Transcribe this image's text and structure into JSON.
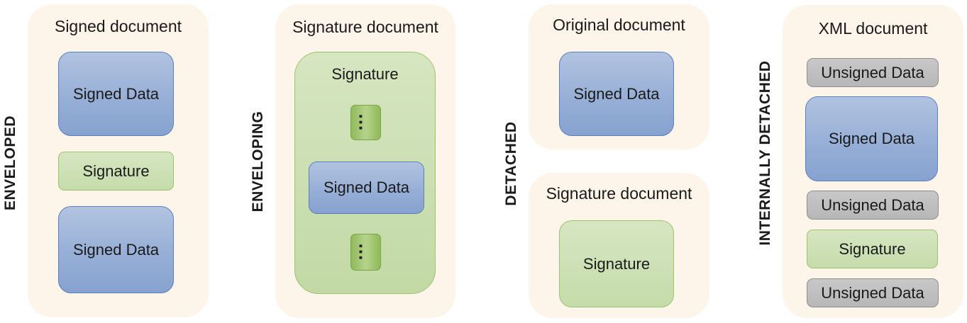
{
  "enveloped": {
    "label": "ENVELOPED",
    "document_title": "Signed document",
    "items": [
      "Signed Data",
      "Signature",
      "Signed Data"
    ]
  },
  "enveloping": {
    "label": "ENVELOPING",
    "document_title": "Signature document",
    "signature_title": "Signature",
    "ellipsis": "...",
    "inner_item": "Signed Data"
  },
  "detached": {
    "label": "DETACHED",
    "original_title": "Original document",
    "original_item": "Signed Data",
    "signature_doc_title": "Signature document",
    "signature_item": "Signature"
  },
  "internally_detached": {
    "label": "INTERNALLY  DETACHED",
    "document_title": "XML document",
    "items": [
      "Unsigned Data",
      "Signed Data",
      "Unsigned Data",
      "Signature",
      "Unsigned Data"
    ]
  },
  "colors": {
    "document_bg": "#fdf4ea",
    "signed_data": "#97afd6",
    "signature": "#c5dcaa",
    "unsigned_data": "#bfbfbf"
  }
}
